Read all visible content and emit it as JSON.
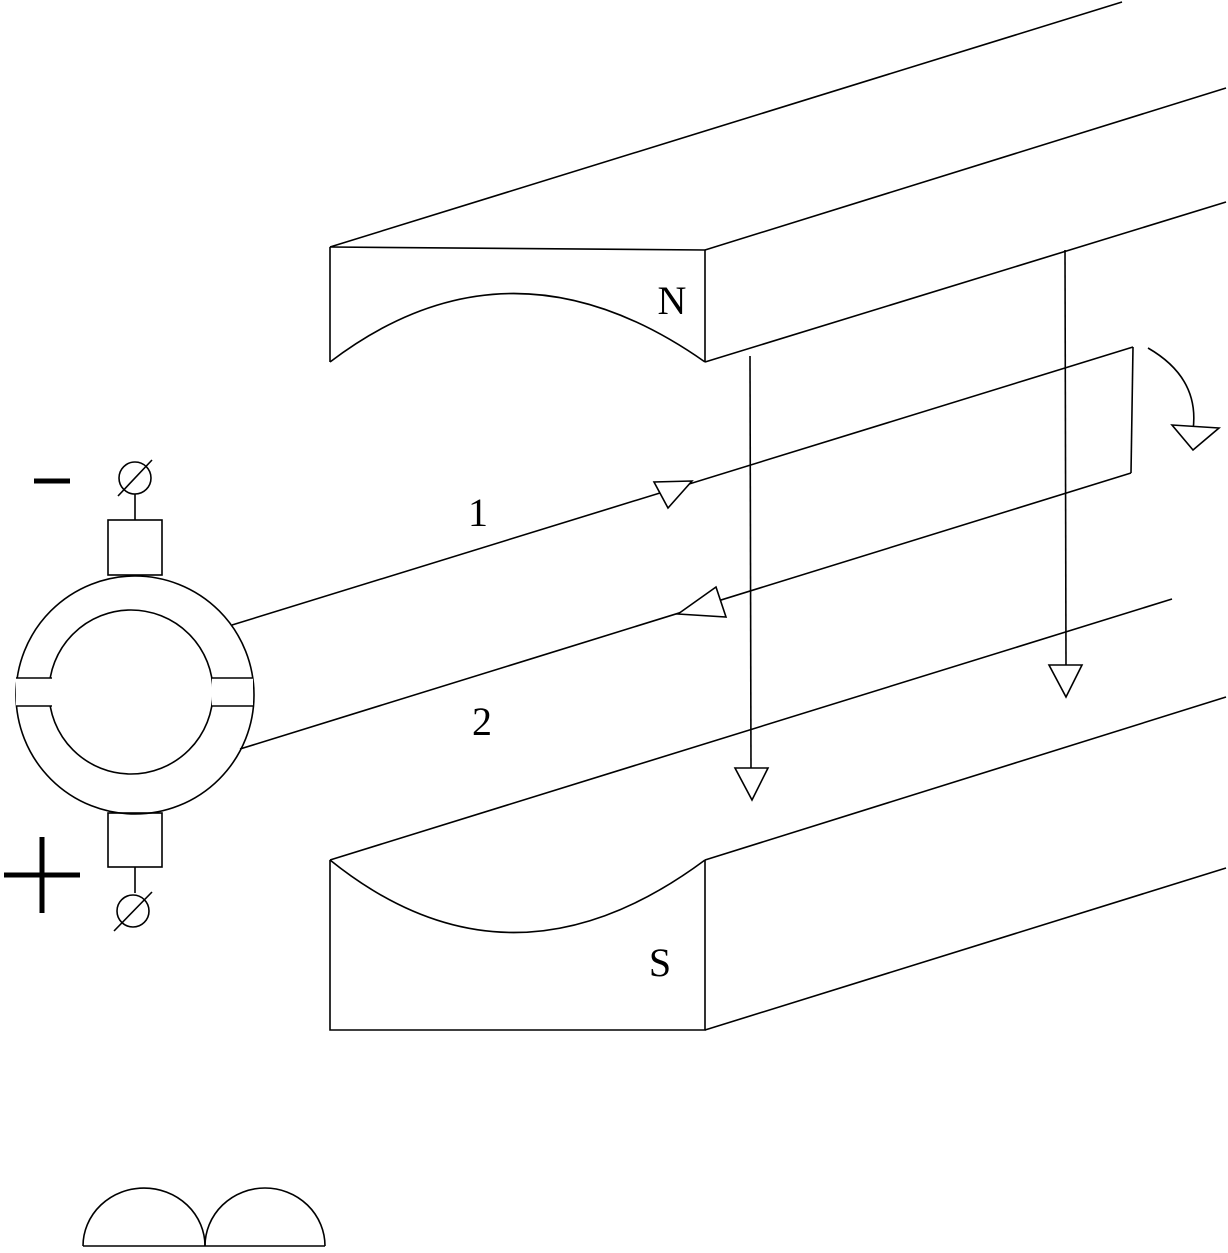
{
  "pole_labels": {
    "north": "N",
    "south": "S"
  },
  "conductor_labels": {
    "upper": "1",
    "lower": "2"
  },
  "terminal_signs": {
    "negative": "-",
    "positive": "+"
  }
}
